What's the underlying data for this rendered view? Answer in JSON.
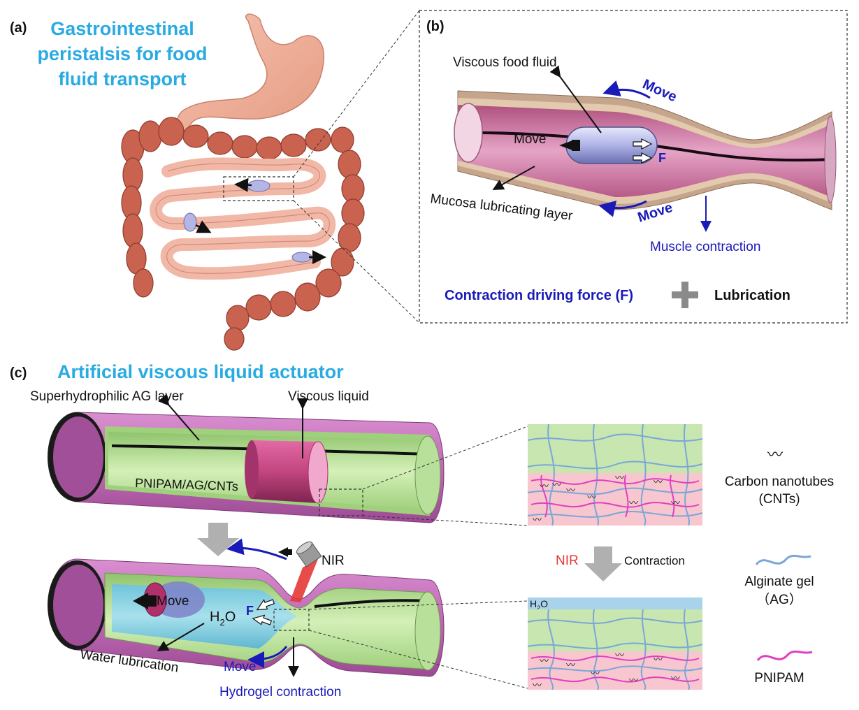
{
  "panel_a": {
    "label": "(a)",
    "title_lines": [
      "Gastrointestinal",
      "peristalsis for food",
      "fluid transport"
    ]
  },
  "panel_b": {
    "label": "(b)",
    "viscous_food_fluid": "Viscous food fluid",
    "move_top": "Move",
    "move_center": "Move",
    "force": "F",
    "mucosa": "Mucosa lubricating layer",
    "move_bottom": "Move",
    "muscle_contraction": "Muscle contraction",
    "contraction_force": "Contraction driving force (F)",
    "lubrication": "Lubrication"
  },
  "panel_c": {
    "label": "(c)",
    "title": "Artificial viscous liquid actuator",
    "ag_layer": "Superhydrophilic AG layer",
    "viscous_liquid": "Viscous liquid",
    "tube_material": "PNIPAM/AG/CNTs",
    "nir_source": "NIR",
    "move_bottom_tube": "Move",
    "water_h": "H",
    "water_sub": "2",
    "water_o": "O",
    "force": "F",
    "water_lubrication": "Water lubrication",
    "move_lower": "Move",
    "hydrogel_contraction": "Hydrogel contraction",
    "nir_arrow": "NIR",
    "contraction": "Contraction",
    "h2o_layer_h": "H",
    "h2o_layer_sub": "2",
    "h2o_layer_o": "O",
    "legend": {
      "cnt_line1": "Carbon nanotubes",
      "cnt_line2": "(CNTs)",
      "ag_line1": "Alginate gel",
      "ag_line2": "（AG）",
      "pnipam": "PNIPAM"
    }
  },
  "colors": {
    "title_cyan": "#29abe2",
    "blue_text": "#1a1ab8",
    "nir_red": "#e53935",
    "tube_purple": "#c06ab6",
    "gel_green": "#b8e09a",
    "pink_layer": "#f7c6cf",
    "ag_blue": "#7aa7d8",
    "pnipam_pink": "#e040c0",
    "intestine": "#d4776a"
  }
}
